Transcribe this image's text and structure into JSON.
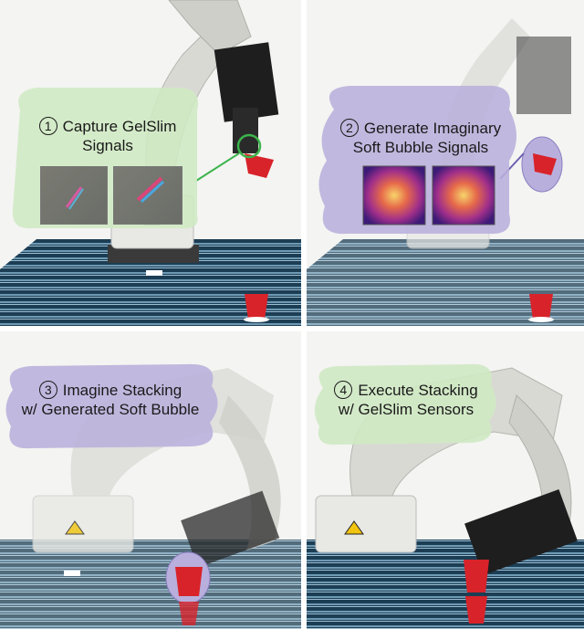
{
  "steps": [
    {
      "number": "1",
      "line1": "Capture GelSlim",
      "line2": "Signals",
      "bubble_color": "#cfe9c3"
    },
    {
      "number": "2",
      "line1": "Generate Imaginary",
      "line2": "Soft Bubble Signals",
      "bubble_color": "#b9afdc"
    },
    {
      "number": "3",
      "line1": "Imagine Stacking",
      "line2": "w/ Generated Soft Bubble",
      "bubble_color": "#b9afdc"
    },
    {
      "number": "4",
      "line1": "Execute Stacking",
      "line2": "w/ GelSlim Sensors",
      "bubble_color": "#cfe9c3"
    }
  ],
  "colors": {
    "table_stripe_dark": "#1c3e55",
    "table_stripe_light": "#6f9ab4",
    "cup_red": "#d8232a",
    "robot_gray": "#d9d9d4",
    "gripper_black": "#1e1e1e",
    "heatmap_low": "#3d1a78",
    "heatmap_high": "#f7d46a"
  },
  "icons": [
    "warning-label-icon",
    "robot-arm",
    "gripper",
    "red-cup",
    "tactile-image"
  ]
}
